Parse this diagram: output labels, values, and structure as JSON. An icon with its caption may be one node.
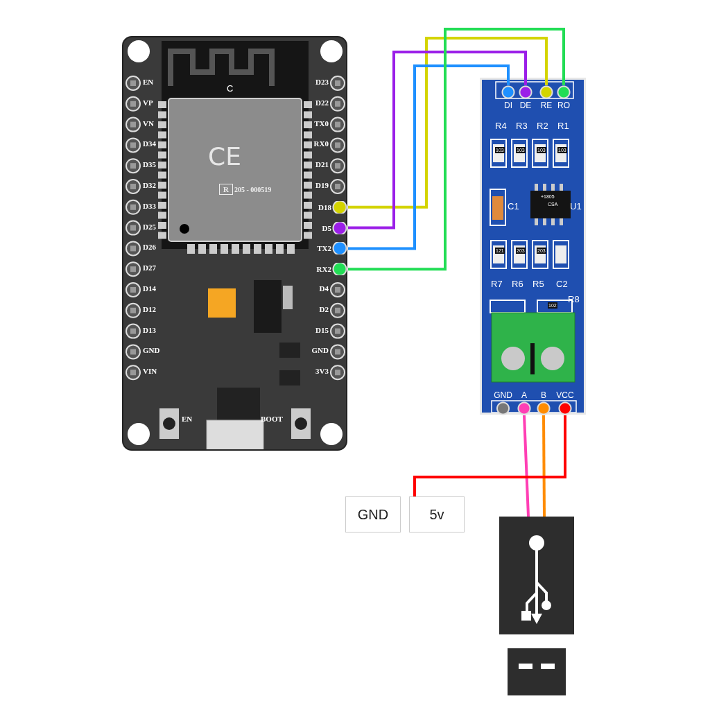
{
  "diagram": {
    "nodes": [
      {
        "text": [],
        "shape": "picture"
      },
      {
        "text": [
          "D18"
        ],
        "in": 0
      },
      {
        "text": [
          "D5"
        ],
        "in": 0
      },
      {
        "text": [
          "TX2"
        ],
        "in": 0
      },
      {
        "text": [
          "RX2"
        ],
        "in": 0
      },
      {
        "text": [],
        "shape": "picture"
      },
      {
        "text": [
          "DI"
        ],
        "in": 5
      },
      {
        "text": [
          "DE"
        ],
        "in": 5
      },
      {
        "text": [
          "RE"
        ],
        "in": 5
      },
      {
        "text": [
          "RO"
        ],
        "in": 5
      },
      {
        "text": [
          "GND"
        ],
        "in": 5
      },
      {
        "text": [
          "A"
        ],
        "in": 5
      },
      {
        "text": [
          "B"
        ],
        "in": 5
      },
      {
        "text": [
          "VCC"
        ],
        "in": 5
      },
      {
        "text": [
          "GND"
        ]
      },
      {
        "text": [
          "5v"
        ]
      },
      {
        "text": [],
        "shape": "picture"
      }
    ],
    "edges": [
      {
        "from": 1,
        "to": 8,
        "arrow": "none",
        "color": "#d4d400"
      },
      {
        "from": 2,
        "to": 7,
        "arrow": "none",
        "color": "#9b1fe8"
      },
      {
        "from": 3,
        "to": 6,
        "arrow": "none",
        "color": "#1e90ff"
      },
      {
        "from": 4,
        "to": 9,
        "arrow": "none",
        "color": "#22dd55"
      },
      {
        "from": 11,
        "to": 16,
        "arrow": "none",
        "color": "#ff3fb4"
      },
      {
        "from": 12,
        "to": 16,
        "arrow": "none",
        "color": "#ff8c00"
      },
      {
        "from": 13,
        "to": 15,
        "arrow": "none",
        "color": "#ff0000"
      }
    ],
    "labels": [
      "EN",
      "VP",
      "VN",
      "D34",
      "D35",
      "D32",
      "D33",
      "D25",
      "D26",
      "D27",
      "D14",
      "D12",
      "D13",
      "GND",
      "VIN",
      "D23",
      "D22",
      "TX0",
      "RX0",
      "D21",
      "D19",
      "D4",
      "D2",
      "D15",
      "GND",
      "3V3",
      "C",
      "CE",
      "R",
      "205 - 000519",
      "EN",
      "BOOT",
      "R4",
      "R3",
      "R2",
      "R1",
      "103",
      "103",
      "103",
      "103",
      "C1",
      "+1805",
      "CSA",
      "U1",
      "121",
      "203",
      "203",
      "R7",
      "R6",
      "R5",
      "C2",
      "102",
      "R8"
    ]
  }
}
